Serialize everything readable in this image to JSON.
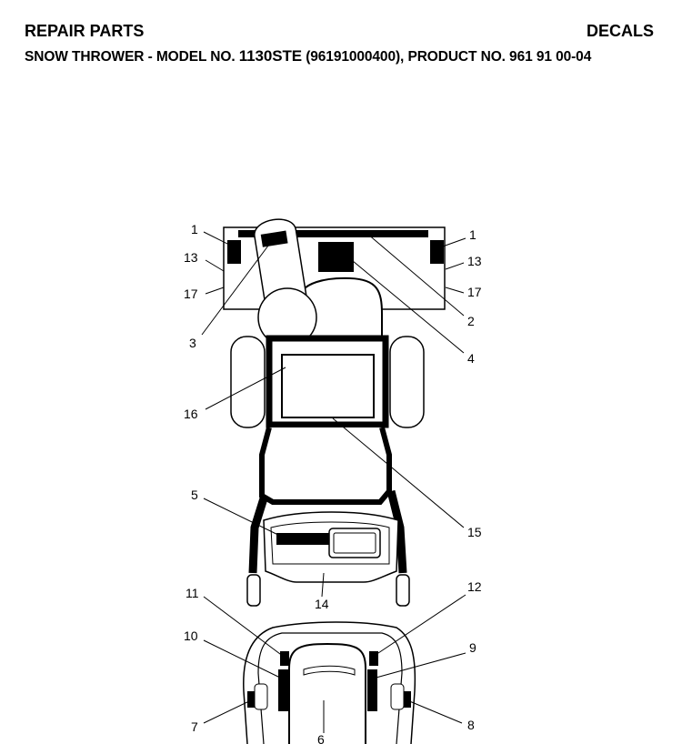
{
  "header": {
    "title": "REPAIR PARTS",
    "section": "DECALS",
    "subtitle_prefix": "SNOW THROWER - MODEL NO. ",
    "model_no": "1130STE",
    "subtitle_suffix": " (96191000400), PRODUCT NO. 961 91 00-04"
  },
  "callouts": {
    "c1_left": "1",
    "c13_left": "13",
    "c17_left": "17",
    "c3": "3",
    "c1_right": "1",
    "c13_right": "13",
    "c17_right": "17",
    "c2": "2",
    "c4": "4",
    "c16": "16",
    "c15": "15",
    "c5": "5",
    "c14": "14",
    "c11": "11",
    "c12": "12",
    "c10": "10",
    "c9": "9",
    "c7": "7",
    "c8": "8",
    "c6": "6"
  }
}
